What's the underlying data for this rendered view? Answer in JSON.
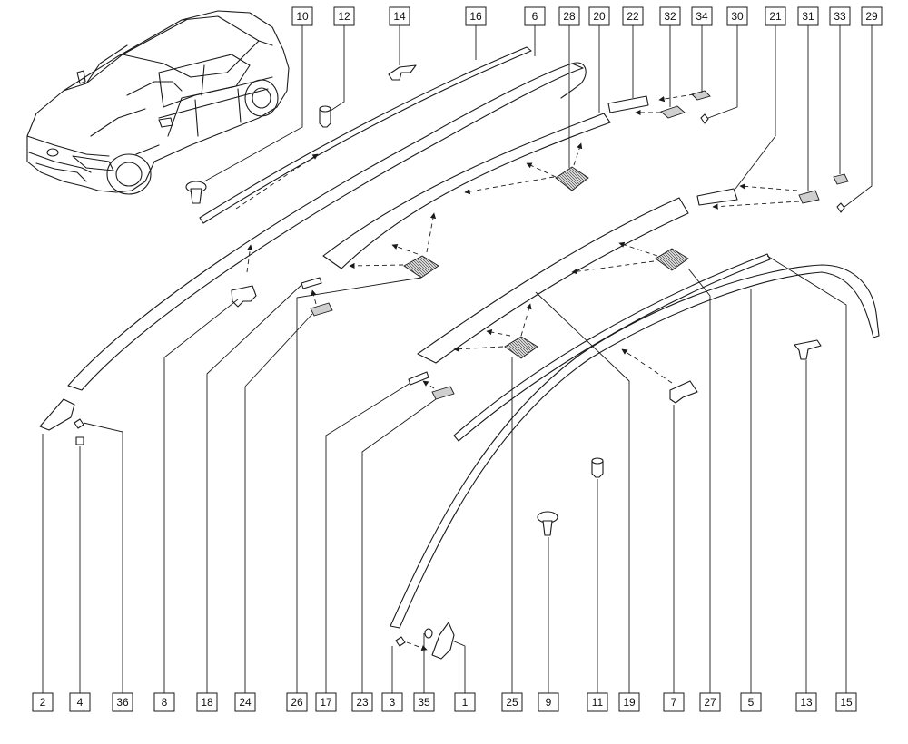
{
  "diagram": {
    "top_labels": [
      "10",
      "12",
      "14",
      "16",
      "6",
      "28",
      "20",
      "22",
      "32",
      "34",
      "30",
      "21",
      "31",
      "33",
      "29"
    ],
    "bottom_labels": [
      "2",
      "4",
      "36",
      "8",
      "18",
      "24",
      "26",
      "17",
      "23",
      "3",
      "35",
      "1",
      "25",
      "9",
      "11",
      "19",
      "7",
      "27",
      "5",
      "13",
      "15"
    ]
  }
}
